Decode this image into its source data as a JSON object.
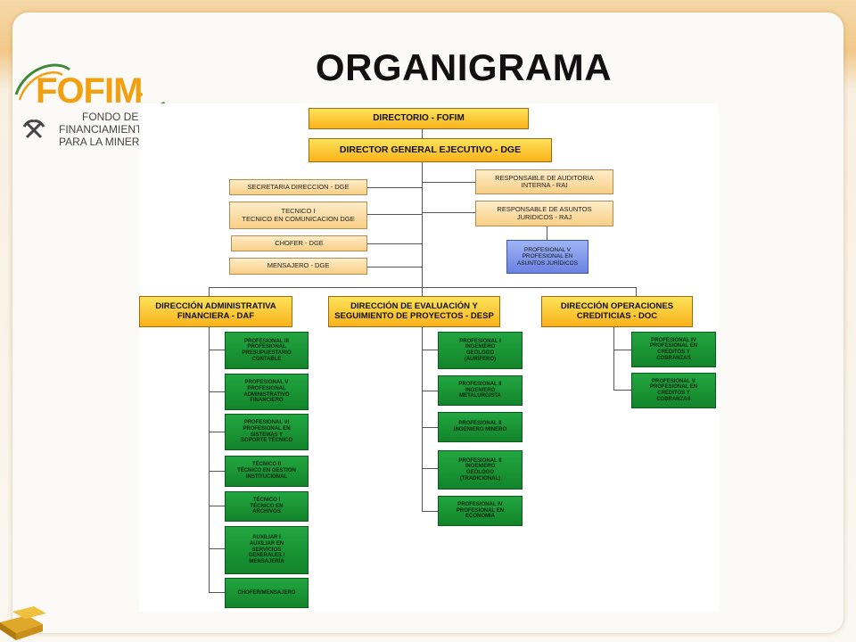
{
  "title": "ORGANIGRAMA",
  "logo": {
    "brand": "FOFIM",
    "line1": "FONDO DE",
    "line2": "FINANCIAMIENTO",
    "line3": "PARA LA MINERÍA"
  },
  "org": {
    "directorio": "DIRECTORIO - FOFIM",
    "dge": "DIRECTOR GENERAL EJECUTIVO - DGE",
    "staff_left": [
      "SECRETARIA DIRECCION - DGE",
      "TECNICO I\nTECNICO EN COMUNICACION DGE",
      "CHOFER - DGE",
      "MENSAJERO - DGE"
    ],
    "staff_right": [
      "RESPONSABLE DE AUDITORIA\nINTERNA - RAI",
      "RESPONSABLE DE ASUNTOS\nJURIDICOS - RAJ"
    ],
    "juridico_sub": "PROFESIONAL V\nPROFESIONAL EN\nASUNTOS JURÍDICOS",
    "daf": {
      "title": "DIRECCIÓN ADMINISTRATIVA\nFINANCIERA - DAF",
      "items": [
        "PROFESIONAL III\nPROFESIONAL\nPRESUPUESTARIO\nCONTABLE",
        "PROFESIONAL V\nPROFESIONAL\nADMINISTRATIVO\nFINANCIERO",
        "PROFESIONAL VI\nPROFESIONAL EN\nSISTEMAS Y\nSOPORTE TÉCNICO",
        "TÉCNICO II\nTÉCNICO EN GESTION\nINSTITUCIONAL",
        "TÉCNICO I\nTÉCNICO EN\nARCHIVOS",
        "AUXILIAR I\nAUXILIAR EN\nSERVICIOS\nGENERALES /\nMENSAJERÍA",
        "CHOFER/MENSAJERO"
      ]
    },
    "desp": {
      "title": "DIRECCIÓN DE EVALUACIÓN Y\nSEGUIMIENTO DE PROYECTOS - DESP",
      "items": [
        "PROFESIONAL I\nINGENIERO\nGEÓLOGO\n(AURÍFERO)",
        "PROFESIONAL II\nINGENIERO\nMETALURGISTA",
        "PROFESIONAL II\nINGENIERO MINERO",
        "PROFESIONAL II\nINGENIERO\nGEÓLOGO\n(TRADICIONAL)",
        "PROFESIONAL IV\nPROFESIONAL EN\nECONOMÍA"
      ]
    },
    "doc": {
      "title": "DIRECCIÓN OPERACIONES\nCREDITICIAS - DOC",
      "items": [
        "PROFESIONAL IV\nPROFESIONAL EN\nCRÉDITOS Y\nCOBRANZAS",
        "PROFESIONAL V\nPROFESIONAL EN\nCRÉDITOS Y\nCOBRANZAS"
      ]
    }
  },
  "colors": {
    "top_box": "#f9b21a",
    "staff_box": "#f8cf86",
    "legal_box": "#6b82e2",
    "position_box": "#13842b",
    "logo_orange": "#f2a012",
    "logo_green": "#3f8a3a"
  }
}
